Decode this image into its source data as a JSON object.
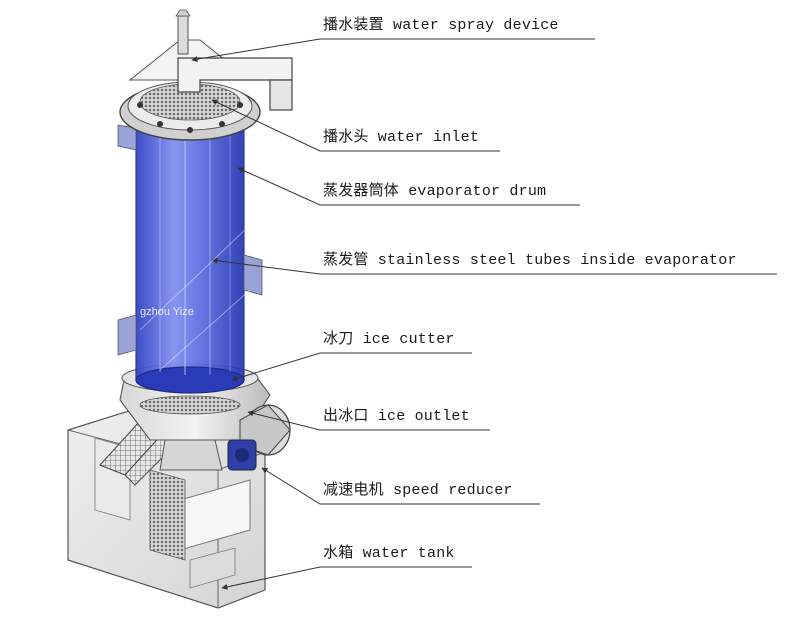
{
  "labels": [
    {
      "id": "water-spray-device",
      "text": "播水装置 water spray device"
    },
    {
      "id": "water-inlet",
      "text": "播水头 water inlet"
    },
    {
      "id": "evaporator-drum",
      "text": "蒸发器筒体 evaporator drum"
    },
    {
      "id": "stainless-steel-tubes",
      "text": "蒸发管 stainless steel tubes inside evaporator"
    },
    {
      "id": "ice-cutter",
      "text": "冰刀 ice cutter"
    },
    {
      "id": "ice-outlet",
      "text": "出冰口 ice outlet"
    },
    {
      "id": "speed-reducer",
      "text": "减速电机 speed reducer"
    },
    {
      "id": "water-tank",
      "text": "水箱 water tank"
    }
  ],
  "watermark": "gzhou Yize",
  "colors": {
    "drum": "#3b4fd0",
    "drum_light": "#8a96f0",
    "line": "#333333",
    "steel": "#b8b8b8"
  }
}
